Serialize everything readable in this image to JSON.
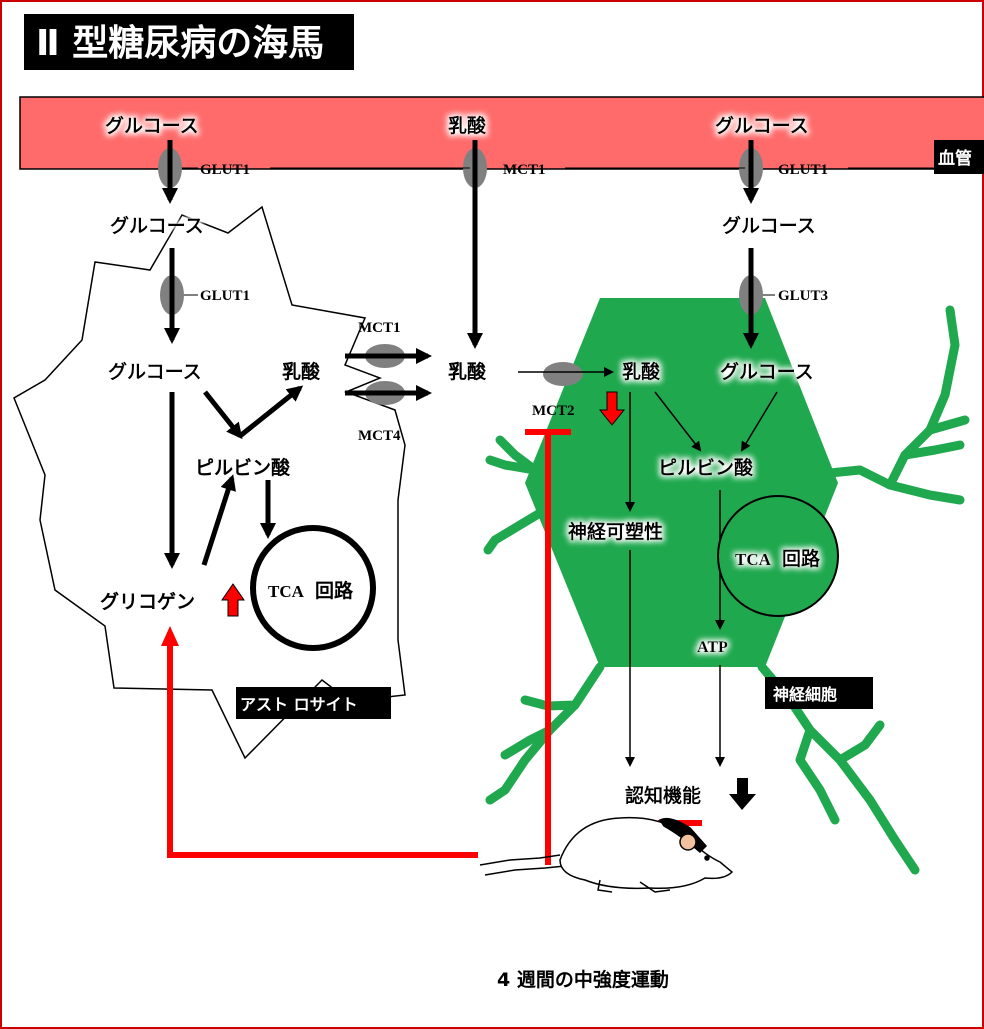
{
  "title": "Ⅱ 型糖尿病の海馬",
  "blood_vessel": {
    "label": "血管",
    "glucose_left": "グルコース",
    "lactate_center": "乳酸",
    "glucose_right": "グルコース",
    "transporter_left": "GLUT1",
    "transporter_center": "MCT1",
    "transporter_right": "GLUT1"
  },
  "astrocyte": {
    "label": "アスト ロサイト",
    "glucose_upper": "グルコース",
    "transporter_glut1": "GLUT1",
    "glucose_lower": "グルコース",
    "lactate": "乳酸",
    "pyruvate": "ピルビン酸",
    "glycogen": "グリコゲン",
    "tca_prefix": "TCA",
    "tca_suffix": "回路",
    "glycogen_change": "increase"
  },
  "extracellular": {
    "lactate": "乳酸",
    "transporter_mct1": "MCT1",
    "transporter_mct4": "MCT4"
  },
  "neuron": {
    "label": "神経細胞",
    "glucose_upper": "グルコース",
    "transporter_glut3": "GLUT3",
    "glucose_inner": "グルコース",
    "lactate": "乳酸",
    "transporter_mct2": "MCT2",
    "mct2_change": "decrease",
    "pyruvate": "ピルビン酸",
    "plasticity": "神経可塑性",
    "tca_prefix": "TCA",
    "tca_suffix": "回路",
    "atp": "ATP",
    "cognition": "認知機能",
    "cognition_change": "decrease"
  },
  "intervention": {
    "label": "4 週間の中強度運動"
  },
  "colors": {
    "vessel": "#ff6b6b",
    "neuron": "#1fa84e",
    "inhibition": "#ff0000",
    "transporter": "#808080",
    "frame": "#cc0000"
  }
}
